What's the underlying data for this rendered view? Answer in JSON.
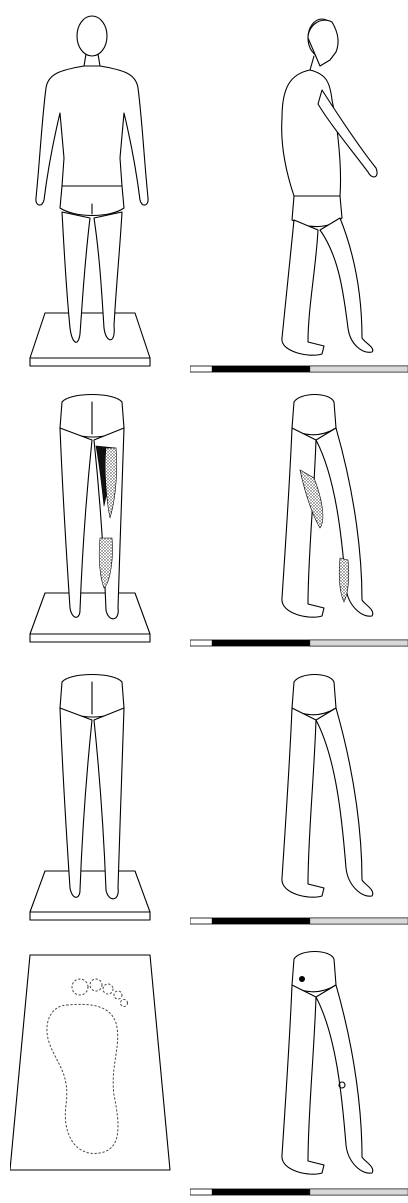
{
  "figure": {
    "rows": [
      {
        "back_view": "full-figure-back",
        "side_view": "full-figure-side",
        "has_timebar": true
      },
      {
        "back_view": "hips-legs-back-muscles",
        "side_view": "hips-legs-side-muscles",
        "has_timebar": true
      },
      {
        "back_view": "hips-legs-back",
        "side_view": "hips-legs-side",
        "has_timebar": true
      },
      {
        "back_view": "footprint-plate",
        "side_view": "hips-legs-side-markers",
        "has_timebar": true
      }
    ],
    "timebar": {
      "white_fraction": 0.1,
      "black_fraction": 0.45,
      "grey_fraction": 0.45
    },
    "colors": {
      "ink": "#000000",
      "background": "#ffffff",
      "shading": "#555555",
      "bar_grey": "#d9d9d9"
    }
  }
}
